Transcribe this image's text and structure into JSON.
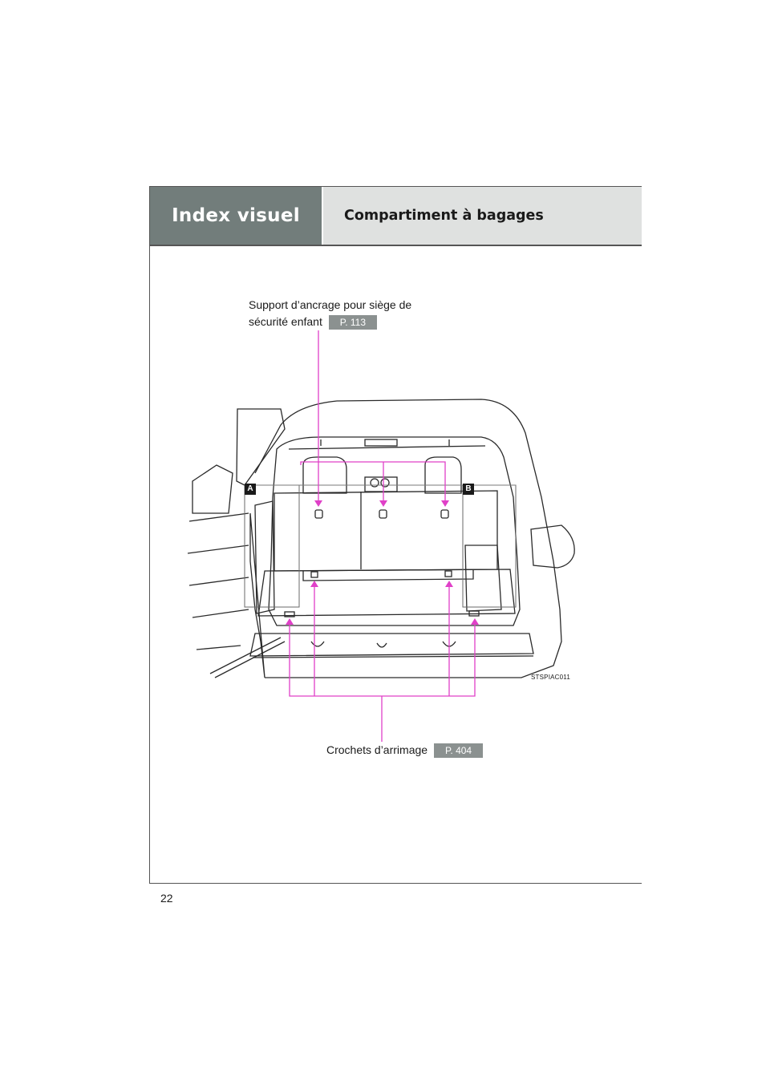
{
  "header": {
    "section": "Index visuel",
    "title": "Compartiment à bagages"
  },
  "callouts": {
    "child_seat_anchor": {
      "line1": "Support d’ancrage pour siège de",
      "line2": "sécurité enfant",
      "ref": "P. 113"
    },
    "tie_down_hooks": {
      "label": "Crochets d’arrimage",
      "ref": "P. 404"
    }
  },
  "markers": {
    "left": "A",
    "right": "B"
  },
  "figure_code": "STSPIAC011",
  "page_number": "22",
  "colors": {
    "header_dark": "#727d7b",
    "header_light": "#dfe1e0",
    "leader_line": "#e040c8",
    "ref_badge": "#8b9190"
  }
}
